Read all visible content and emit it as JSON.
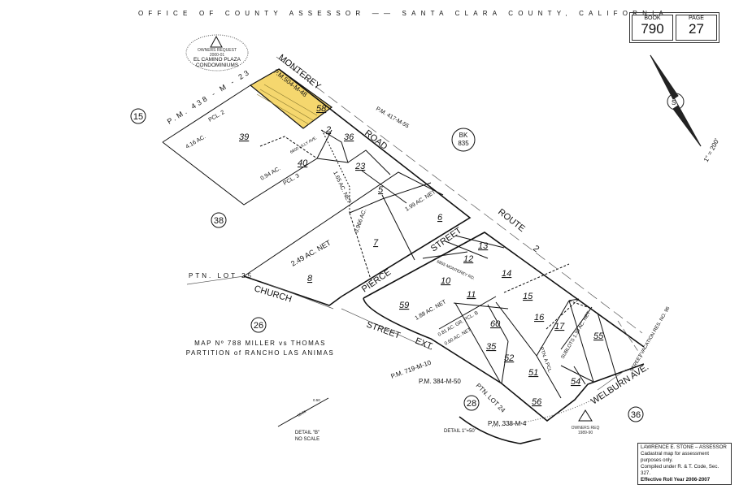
{
  "header": {
    "title": "OFFICE OF COUNTY ASSESSOR —— SANTA CLARA COUNTY, CALIFORNIA",
    "book_label": "BOOK",
    "book": "790",
    "page_label": "PAGE",
    "page": "27"
  },
  "scale": "1\" = 200'",
  "owners_request_top": {
    "line1": "OWNERS REQUEST",
    "line2": "2000-01",
    "line3": "EL CAMINO PLAZA",
    "line4": "CONDOMINIUMS"
  },
  "owners_request_bottom": {
    "line1": "OWNERS REQ",
    "line2": "1989-90"
  },
  "highlight_color": "#f5d76e",
  "circled": [
    "15",
    "38",
    "26",
    "28",
    "36"
  ],
  "book_ref": {
    "line1": "BK",
    "line2": "835"
  },
  "streets": {
    "monterey": "MONTEREY",
    "road": "ROAD",
    "route": "ROUTE",
    "route_no": "2",
    "pierce": "PIERCE",
    "street1": "STREET",
    "church": "CHURCH",
    "street2": "STREET",
    "ext": "EXT.",
    "welburn": "WELBURN AVE.",
    "lilly": "6800 LILLY AVE.",
    "monterey_rd": "6855 MONTEREY RD.",
    "vacation": "STREET VACATION RES. NO. 96"
  },
  "plat_refs": {
    "pm504": "P.M.504-M-48",
    "pm438": "P.M. 438 - M - 23",
    "pm417": "P.M. 417-M-55",
    "pm719": "P.M. 719-M-10",
    "pm384": "P.M. 384-M-50",
    "pm338": "P.M. 338-M-4",
    "ptn_lot25": "PTN. LOT 25",
    "ptn_lot24": "PTN. LOT 24"
  },
  "parcels": {
    "p58": "58",
    "p39": "39",
    "p2": "2",
    "p36": "36",
    "p40": "40",
    "p23": "23",
    "p5": "5",
    "p6": "6",
    "p7": "7",
    "p8": "8",
    "p13": "13",
    "p12": "12",
    "p14": "14",
    "p10": "10",
    "p59": "59",
    "p11": "11",
    "p15": "15",
    "p16": "16",
    "p60": "60",
    "p35": "35",
    "p52": "52",
    "p17": "17",
    "p55": "55",
    "p51": "51",
    "p54": "54",
    "p56": "56"
  },
  "areas": {
    "a39": "4.16 AC.",
    "pcl2": "PCL. 2",
    "a40": "0.94 AC.",
    "pcl3": "PCL. 3",
    "a23": "1.65 AC. NET",
    "a6": "1.99 AC. NET",
    "a7": "0.966 AC.",
    "a8": "2.49 AC. NET",
    "a59": "1.88 AC. NET",
    "a60": "0.81 AC. GR. PCL. B",
    "a60b": "0.60 AC. NET",
    "a17": "SUBLOTS 1.39 AC. NET",
    "pcla": "PTN. A PCL."
  },
  "map_title": {
    "line1": "MAP Nº 788  MILLER vs THOMAS",
    "line2": "PARTITION of RANCHO LAS ANIMAS"
  },
  "detail_b": {
    "line1": "DETAIL \"B\"",
    "line2": "NO SCALE",
    "d1": "0.50",
    "d2": "69.26"
  },
  "detail_scale": "DETAIL 1\"=50'",
  "legend": {
    "line1": "LAWRENCE E. STONE – ASSESSOR",
    "line2": "Cadastral map for assessment purposes only.",
    "line3": "Compiled under R. & T. Code, Sec. 327.",
    "line4": "Effective Roll Year 2006-2007"
  }
}
